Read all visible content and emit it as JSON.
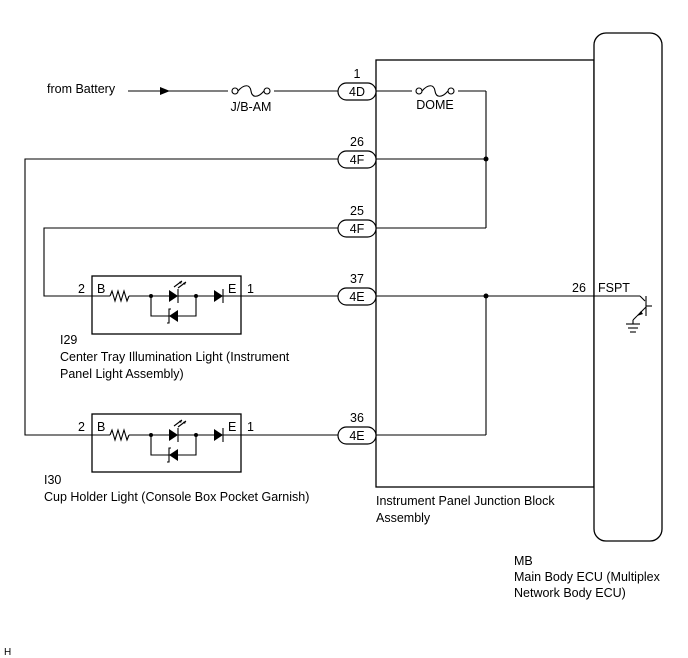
{
  "source": {
    "label": "from Battery"
  },
  "fuses": {
    "jb_am": "J/B-AM",
    "dome": "DOME"
  },
  "connectors": [
    {
      "pin": "1",
      "code": "4D"
    },
    {
      "pin": "26",
      "code": "4F"
    },
    {
      "pin": "25",
      "code": "4F"
    },
    {
      "pin": "37",
      "code": "4E"
    },
    {
      "pin": "36",
      "code": "4E"
    }
  ],
  "light_i29": {
    "pin_left": "2",
    "term_left": "B",
    "term_right": "E",
    "pin_right": "1",
    "code": "I29",
    "name_line1": "Center Tray Illumination Light (Instrument",
    "name_line2": "Panel Light Assembly)"
  },
  "light_i30": {
    "pin_left": "2",
    "term_left": "B",
    "term_right": "E",
    "pin_right": "1",
    "code": "I30",
    "name_line1": "Cup Holder Light (Console Box Pocket Garnish)"
  },
  "junction_block": {
    "line1": "Instrument Panel Junction Block",
    "line2": "Assembly"
  },
  "ecu": {
    "pin": "26",
    "terminal": "FSPT",
    "code": "MB",
    "line1": "Main Body ECU (Multiplex",
    "line2": "Network Body ECU)"
  },
  "corner_mark": "H"
}
